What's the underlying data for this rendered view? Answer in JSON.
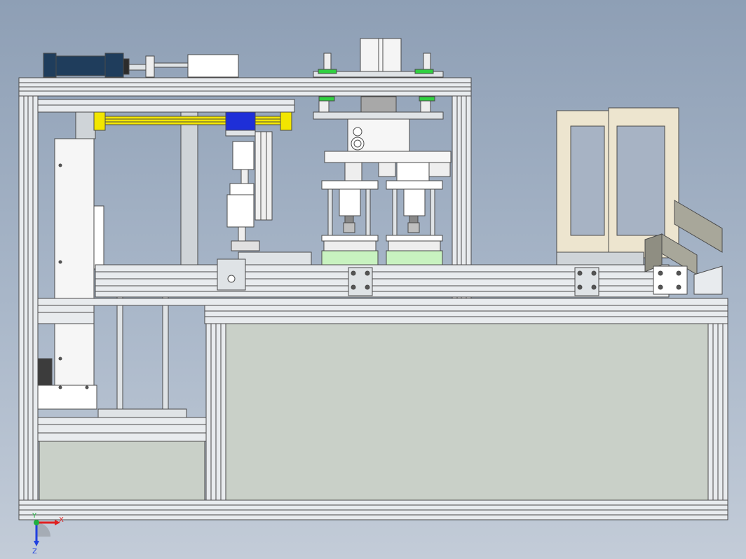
{
  "viewport": {
    "background_top": "#8e9fb5",
    "background_bottom": "#c3ccd8"
  },
  "colors": {
    "frame_profile": "#e8ebee",
    "frame_outline": "#4a4a4a",
    "panel_fill": "#c9d0c8",
    "yellow_rail": "#f2e600",
    "blue_block": "#1e2fd8",
    "motor_dark": "#1f3d5c",
    "green_pad": "#c8f2c0",
    "green_washer": "#30d040",
    "beige_frame": "#ede5cf"
  },
  "triad": {
    "x_label": "X",
    "y_label": "Y",
    "z_label": "Z",
    "x_color": "#e02020",
    "y_color": "#20b040",
    "z_color": "#2040e0"
  }
}
